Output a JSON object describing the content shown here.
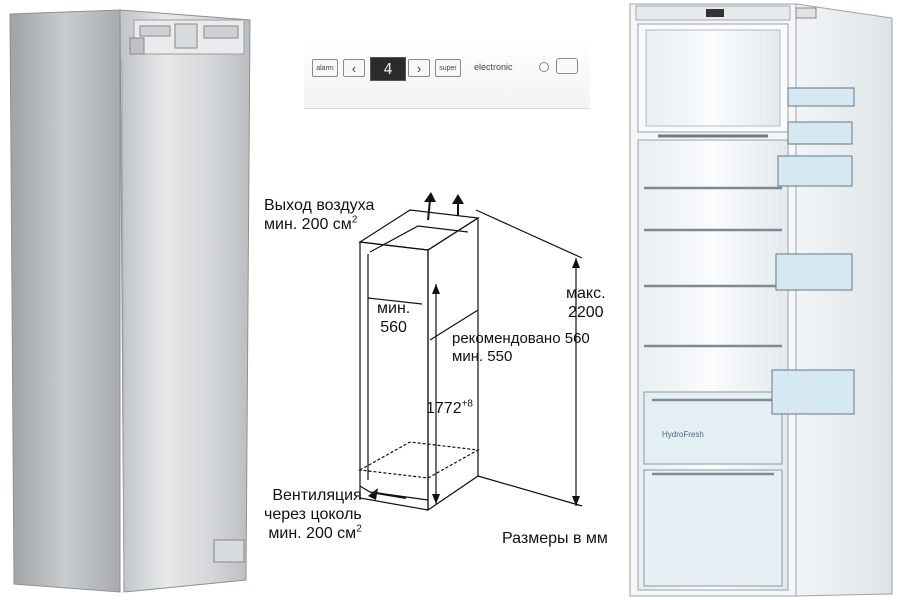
{
  "control_panel": {
    "alarm_label": "alarm",
    "display_value": "4",
    "super_label": "super",
    "brand_text": "electronic"
  },
  "diagram": {
    "air_outlet_line1": "Выход воздуха",
    "air_outlet_line2": "мин. 200 см",
    "air_outlet_sup": "2",
    "width_line1": "мин.",
    "width_line2": "560",
    "recommended_line1": "рекомендовано 560",
    "recommended_line2": "мин. 550",
    "height_value": "1772",
    "height_sup": "+8",
    "max_line1": "макс.",
    "max_line2": "2200",
    "vent_line1": "Вентиляция",
    "vent_line2": "через цоколь",
    "vent_line3": "мин. 200 см",
    "vent_sup": "2",
    "units_note": "Размеры в мм"
  },
  "interior": {
    "crisper_label": "HydroFresh"
  }
}
